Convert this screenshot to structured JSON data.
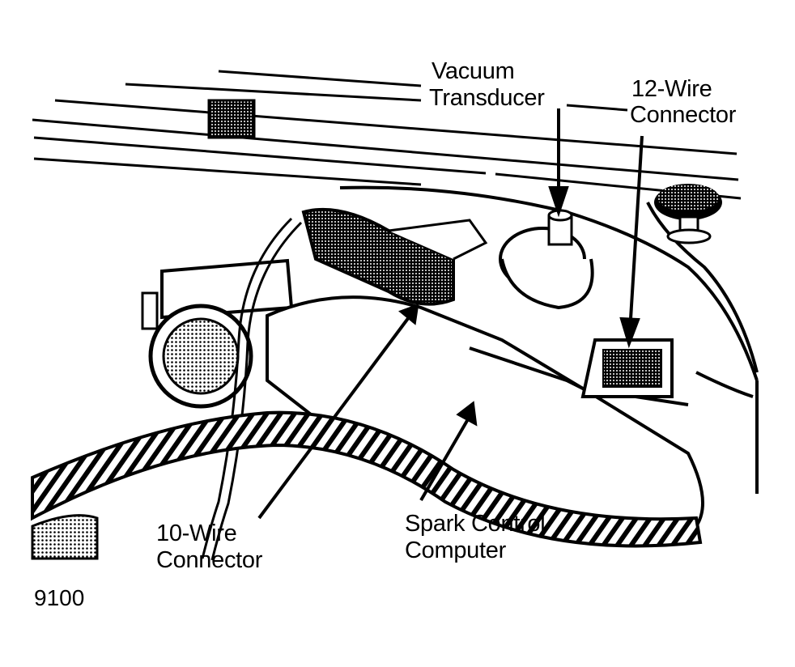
{
  "labels": {
    "vacuum_transducer": [
      "Vacuum",
      "Transducer"
    ],
    "twelve_wire_connector": [
      "12-Wire",
      "Connector"
    ],
    "ten_wire_connector": [
      "10-Wire",
      "Connector"
    ],
    "spark_control_computer": [
      "Spark Control",
      "Computer"
    ]
  },
  "figure_number": "9100",
  "colors": {
    "ink": "#000000",
    "paper": "#ffffff",
    "shade": "#bdbdbd"
  }
}
